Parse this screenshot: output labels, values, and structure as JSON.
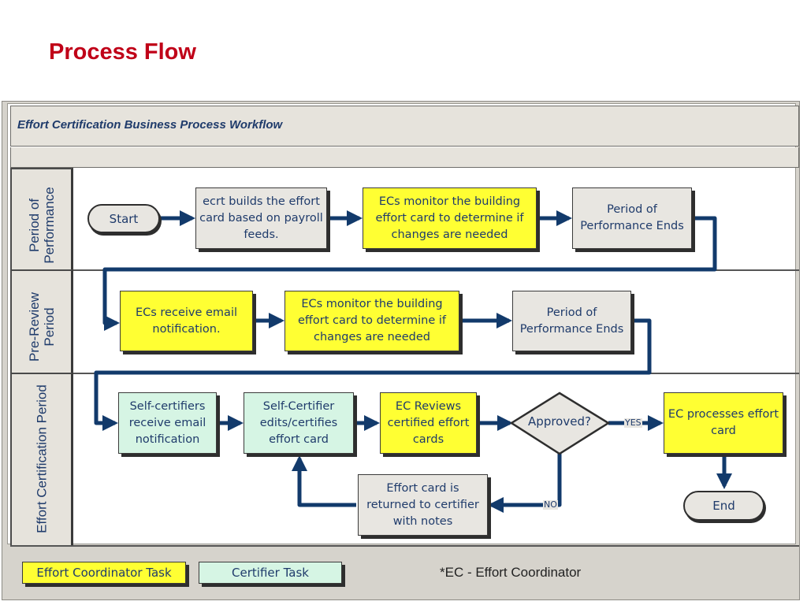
{
  "slide_title": "Process Flow",
  "diagram_title": "Effort Certification Business Process Workflow",
  "lanes": [
    {
      "label_line1": "Period of",
      "label_line2": "Performance"
    },
    {
      "label_line1": "Pre-Review",
      "label_line2": "Period"
    },
    {
      "label_line1": "Effort Certification Period",
      "label_line2": ""
    }
  ],
  "nodes": {
    "start": "Start",
    "ecrt_builds": "ecrt builds the effort card based on payroll feeds.",
    "ec_monitor_1": "ECs monitor the building effort card to determine if changes are needed",
    "pop_ends_1": "Period of Performance Ends",
    "ec_receive_email": "ECs receive email notification.",
    "ec_monitor_2": "ECs monitor the building effort card to determine if changes are needed",
    "pop_ends_2": "Period of Performance Ends",
    "self_cert_receive": "Self-certifiers receive email notification",
    "self_cert_edits": "Self-Certifier edits/certifies effort card",
    "ec_reviews": "EC Reviews certified effort cards",
    "approved": "Approved?",
    "ec_processes": "EC processes effort card",
    "returned": "Effort card is returned to certifier with notes",
    "end": "End"
  },
  "edge_labels": {
    "yes": "YES",
    "no": "NO"
  },
  "legend": {
    "ec_task": "Effort Coordinator Task",
    "cert_task": "Certifier Task",
    "note": "*EC - Effort Coordinator"
  },
  "colors": {
    "title_red": "#c00018",
    "ec_task_yellow": "#ffff33",
    "certifier_green": "#d6f5e4",
    "neutral_grey": "#e8e6e1",
    "arrow_navy": "#123a6b"
  }
}
